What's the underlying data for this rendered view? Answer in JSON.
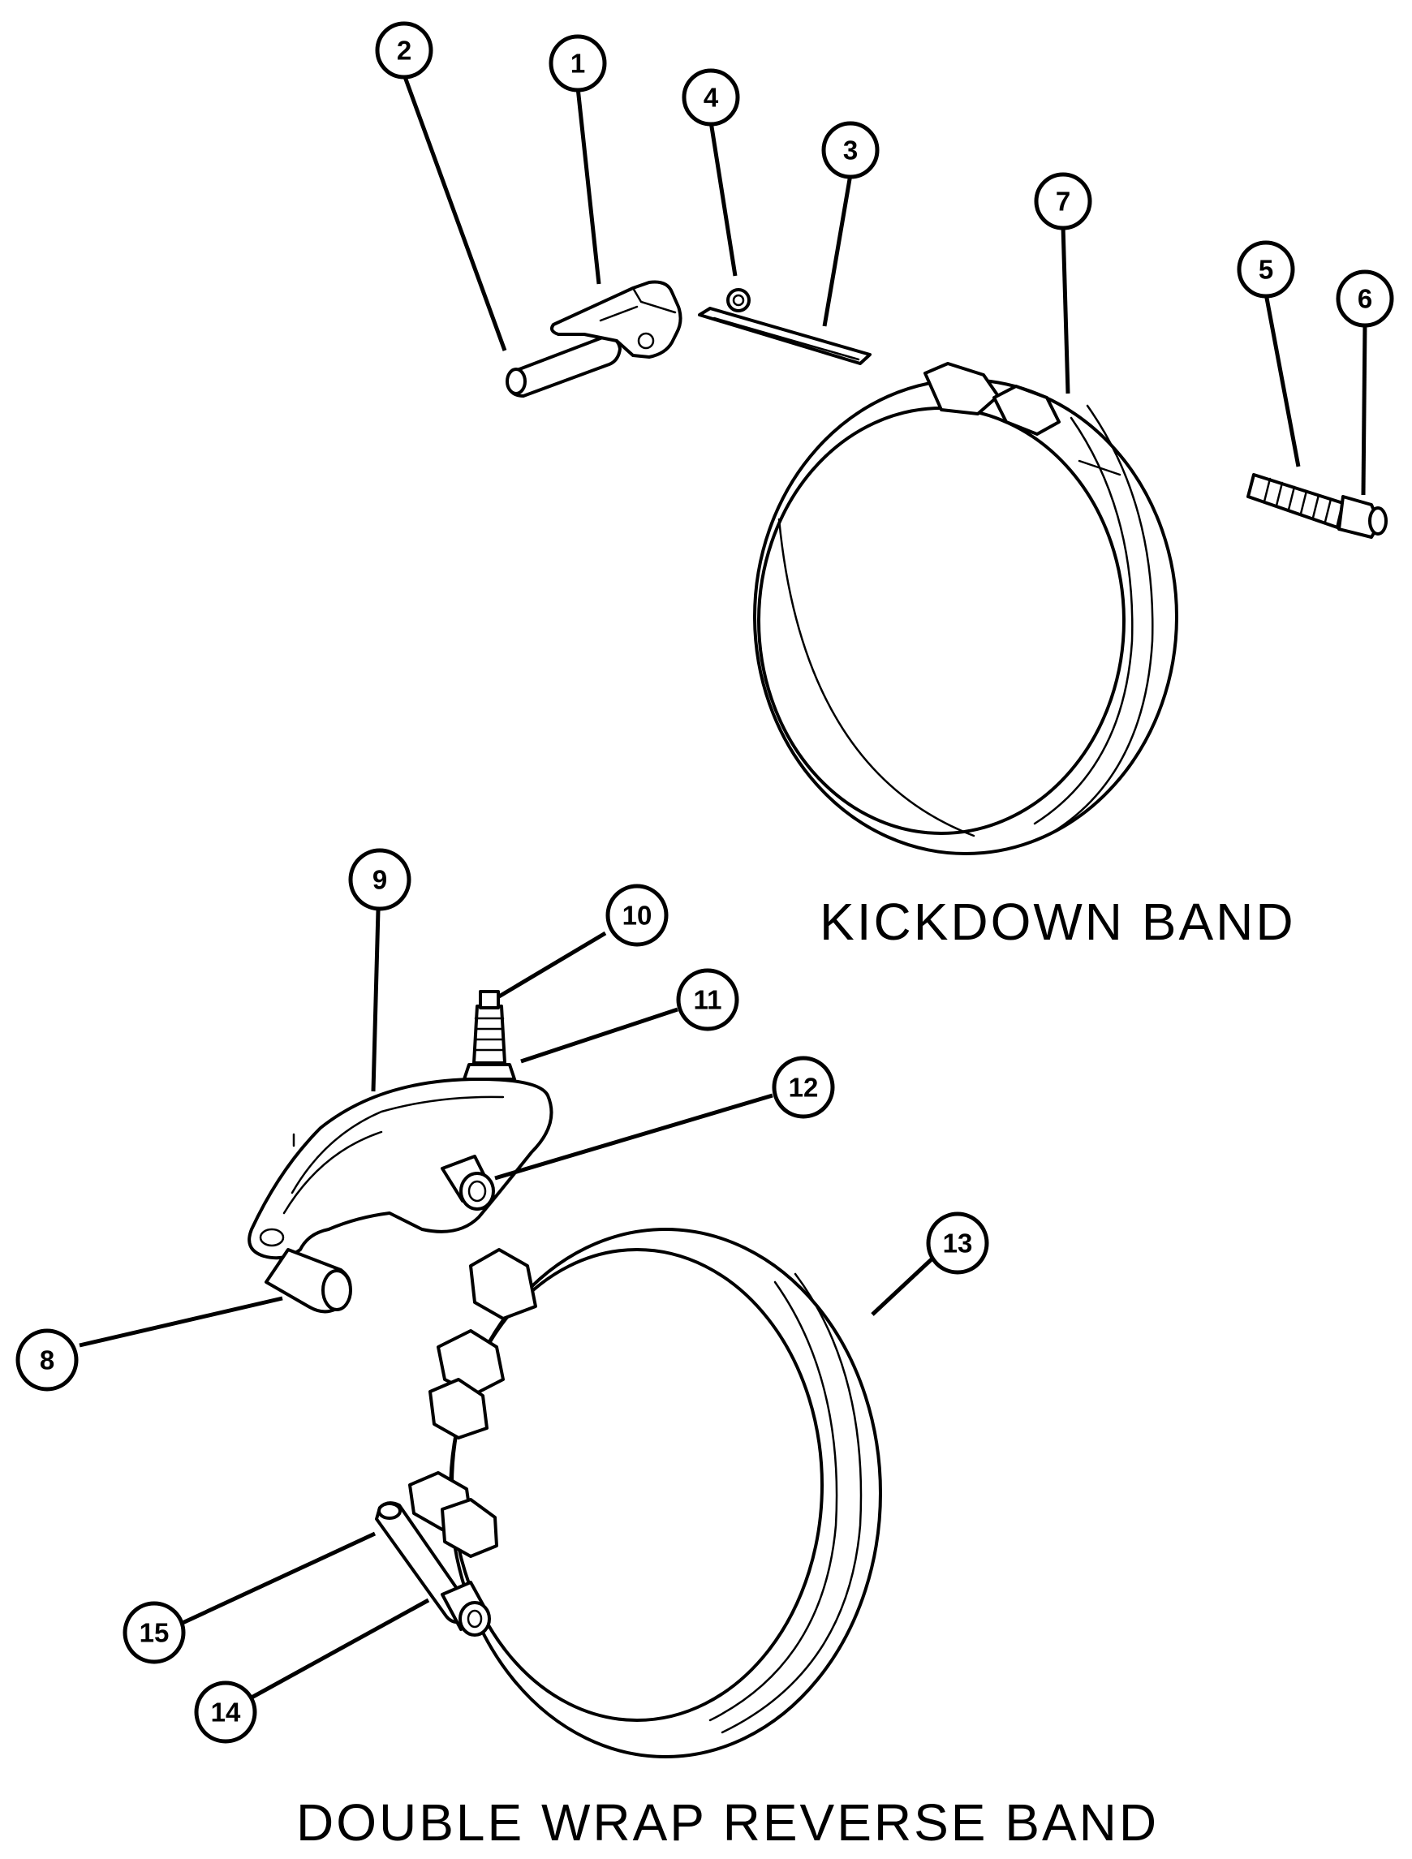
{
  "captions": {
    "kickdown": "KICKDOWN BAND",
    "reverse": "DOUBLE WRAP REVERSE BAND"
  },
  "callouts": {
    "c1": "1",
    "c2": "2",
    "c3": "3",
    "c4": "4",
    "c5": "5",
    "c6": "6",
    "c7": "7",
    "c8": "8",
    "c9": "9",
    "c10": "10",
    "c11": "11",
    "c12": "12",
    "c13": "13",
    "c14": "14",
    "c15": "15"
  }
}
